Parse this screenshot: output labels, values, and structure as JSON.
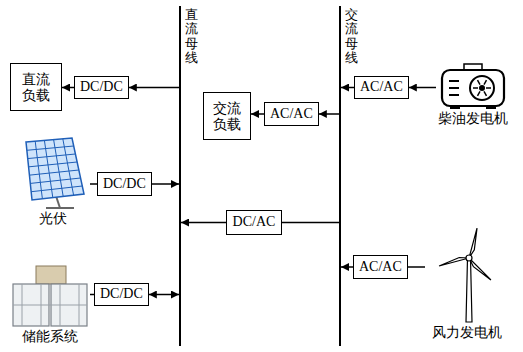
{
  "diagram": {
    "nodes": [
      {
        "text": [
          "直流母线"
        ]
      },
      {
        "text": [
          "交流母线"
        ]
      },
      {
        "text": [
          "直流负载"
        ]
      },
      {
        "text": [
          "DC/DC"
        ]
      },
      {
        "text": [
          "交流负载"
        ]
      },
      {
        "text": [
          "AC/AC"
        ]
      },
      {
        "text": [
          "AC/AC"
        ]
      },
      {
        "text": [
          "柴油发电机"
        ]
      },
      {
        "text": [
          "DC/DC"
        ]
      },
      {
        "text": [
          "光伏"
        ]
      },
      {
        "text": [
          "DC/AC"
        ]
      },
      {
        "text": [
          "DC/DC"
        ]
      },
      {
        "text": [
          "储能系统"
        ]
      },
      {
        "text": [
          "AC/AC"
        ]
      },
      {
        "text": [
          "风力发电机"
        ]
      }
    ],
    "edges": [
      {
        "from": 0,
        "to": 3,
        "arrow": "to"
      },
      {
        "from": 3,
        "to": 2,
        "arrow": "to"
      },
      {
        "from": 1,
        "to": 5,
        "arrow": "to"
      },
      {
        "from": 5,
        "to": 4,
        "arrow": "to"
      },
      {
        "from": 7,
        "to": 6,
        "arrow": "to"
      },
      {
        "from": 6,
        "to": 1,
        "arrow": "to"
      },
      {
        "from": 9,
        "to": 8,
        "arrow": "none"
      },
      {
        "from": 8,
        "to": 0,
        "arrow": "to"
      },
      {
        "from": 1,
        "to": 10,
        "arrow": "none"
      },
      {
        "from": 10,
        "to": 0,
        "arrow": "to"
      },
      {
        "from": 12,
        "to": 11,
        "arrow": "none"
      },
      {
        "from": 11,
        "to": 0,
        "arrow": "both"
      },
      {
        "from": 14,
        "to": 13,
        "arrow": "none"
      },
      {
        "from": 13,
        "to": 1,
        "arrow": "to"
      }
    ]
  }
}
